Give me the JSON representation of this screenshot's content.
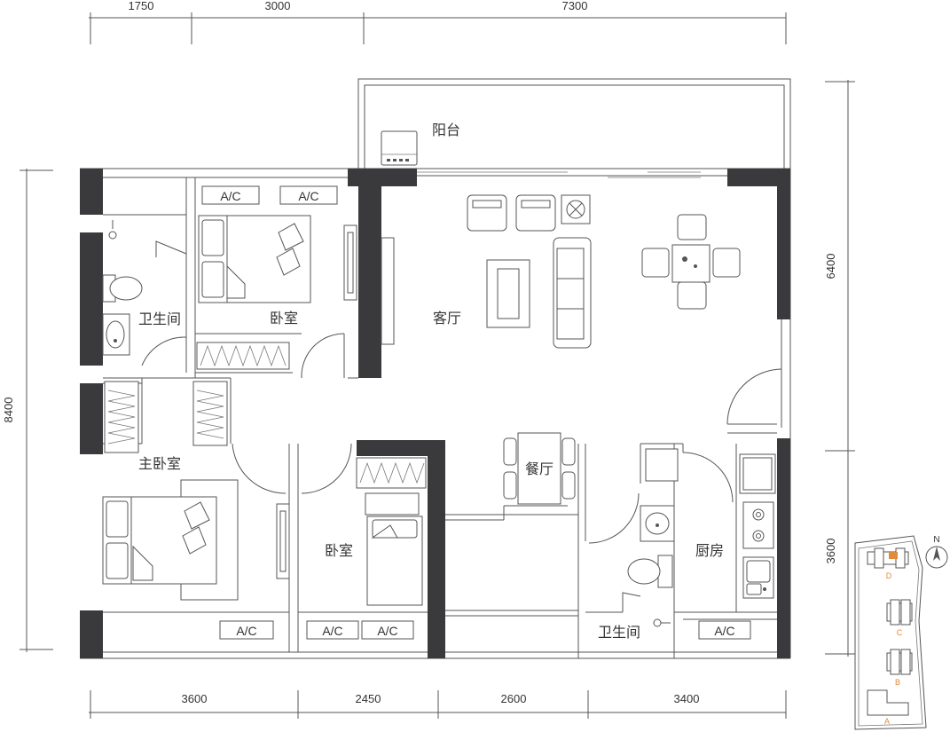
{
  "dimensions": {
    "top": [
      "1750",
      "3000",
      "7300"
    ],
    "bottom": [
      "3600",
      "2450",
      "2600",
      "3400"
    ],
    "left": "8400",
    "right_upper": "6400",
    "right_lower": "3600"
  },
  "rooms": {
    "balcony": "阳台",
    "living_room": "客厅",
    "dining_room": "餐厅",
    "kitchen": "厨房",
    "bathroom_left": "卫生间",
    "bathroom_right": "卫生间",
    "bedroom_top": "卧室",
    "bedroom_middle": "卧室",
    "master_bedroom": "主卧室"
  },
  "ac_label": "A/C",
  "key_plan": {
    "compass": "N",
    "blocks": [
      "D",
      "C",
      "B",
      "A"
    ],
    "highlight_color": "#e08a3c"
  },
  "colors": {
    "wall": "#3a3a3c",
    "line": "#555555"
  }
}
